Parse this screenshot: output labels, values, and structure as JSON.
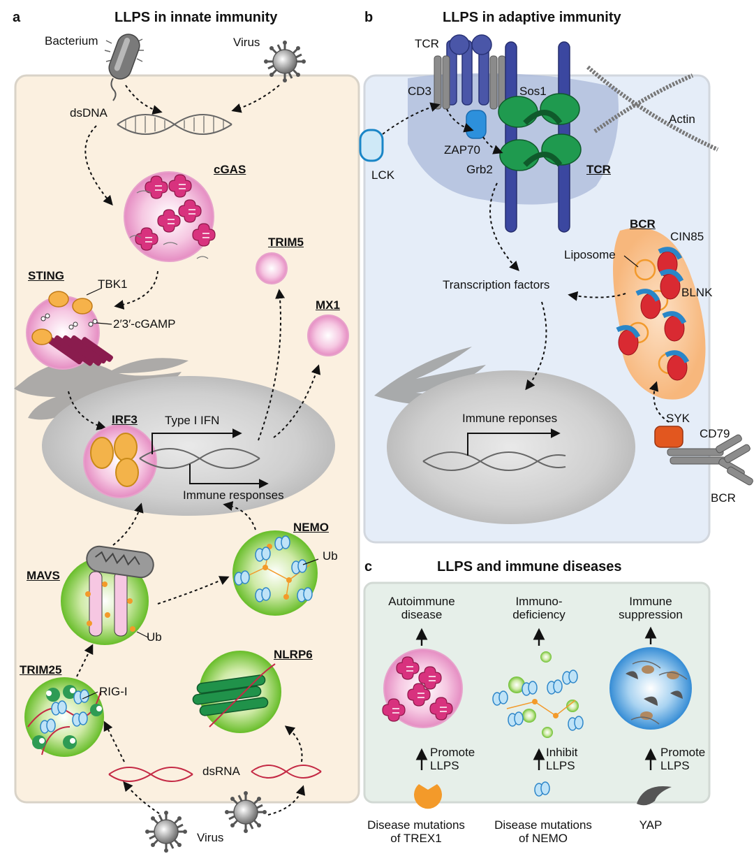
{
  "panels": {
    "a": {
      "letter": "a",
      "title": "LLPS in innate immunity"
    },
    "b": {
      "letter": "b",
      "title": "LLPS in adaptive immunity"
    },
    "c": {
      "letter": "c",
      "title": "LLPS and immune diseases"
    }
  },
  "innate": {
    "bacterium": "Bacterium",
    "virus_top": "Virus",
    "dsdna": "dsDNA",
    "cgas": "cGAS",
    "sting": "STING",
    "tbk1": "TBK1",
    "cgamp": "2′3′-cGAMP",
    "trim5": "TRIM5",
    "mx1": "MX1",
    "irf3": "IRF3",
    "type_i_ifn": "Type I IFN",
    "immune_responses": "Immune responses",
    "mavs": "MAVS",
    "ub_mavs": "Ub",
    "nemo": "NEMO",
    "ub_nemo": "Ub",
    "trim25": "TRIM25",
    "rig_i": "RIG-I",
    "nlrp6": "NLRP6",
    "dsrna": "dsRNA",
    "virus_bottom": "Virus"
  },
  "adaptive": {
    "tcr_top": "TCR",
    "cd3": "CD3",
    "sos1": "Sos1",
    "actin": "Actin",
    "zap70": "ZAP70",
    "lck": "LCK",
    "grb2": "Grb2",
    "tcr_cluster": "TCR",
    "bcr_cluster": "BCR",
    "cin85": "CIN85",
    "liposome": "Liposome",
    "blnk": "BLNK",
    "transcription": "Transcription factors",
    "immune_reponses": "Immune reponses",
    "syk": "SYK",
    "cd79": "CD79",
    "bcr_bottom": "BCR"
  },
  "diseases": {
    "columns": [
      {
        "outcome_line1": "Autoimmune",
        "outcome_line2": "disease",
        "effect_line1": "Promote",
        "effect_line2": "LLPS",
        "cause_line1": "Disease mutations",
        "cause_line2": "of TREX1"
      },
      {
        "outcome_line1": "Immuno-",
        "outcome_line2": "deficiency",
        "effect_line1": "Inhibit",
        "effect_line2": "LLPS",
        "cause_line1": "Disease mutations",
        "cause_line2": "of NEMO"
      },
      {
        "outcome_line1": "Immune",
        "outcome_line2": "suppression",
        "effect_line1": "Promote",
        "effect_line2": "LLPS",
        "cause_line1": "YAP",
        "cause_line2": ""
      }
    ]
  },
  "colors": {
    "innate_bg": "#fbf0e0",
    "adaptive_bg": "#e5edf8",
    "disease_bg": "#e6efe9",
    "magenta": "#cc2f8a",
    "green": "#6cc13a",
    "blue": "#3a8fd6",
    "navy": "#2f3a8a",
    "red": "#d9303a",
    "orange": "#f08a2a"
  }
}
